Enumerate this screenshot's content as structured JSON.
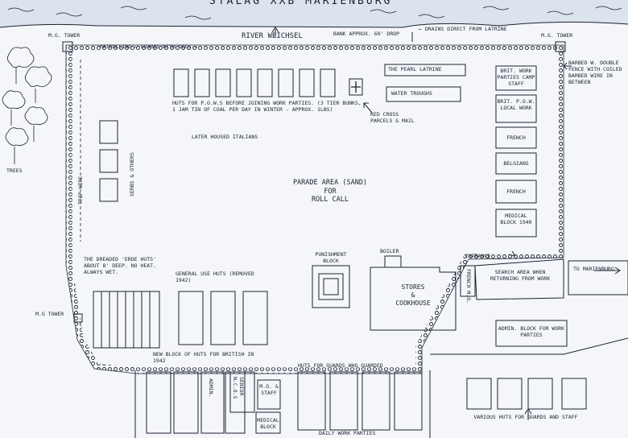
{
  "title": "STALAG XXB MARIENBURG",
  "labels": {
    "river": "River Weichsel",
    "bank": "Bank approx. 60' drop",
    "drains": "← Drains direct from latrine",
    "mg_tower_tl": "M.G. Tower",
    "mg_tower_tr": "M.G. Tower",
    "mg_tower_left": "M.G Tower",
    "patrol": "Patrolling ← guards with dogs →",
    "barbed": "Barbed w. double fence with coiled barbed wire in between",
    "trees": "Trees",
    "pearl_latrine": "The Pearl Latrine",
    "water_troughs": "Water troughs",
    "red_cross": "Red Cross parcels & mail",
    "huts_pows": "Huts for P.O.W.s before joining work parties. (3 tier bunks, 1 jam tin of coal per day in winter - approx. 1lbs)",
    "italians": "Later housed Italians",
    "serbs": "Serbs & others",
    "trip_wire": "Trip wire",
    "parade": "Parade Area (Sand)\nFor\nRoll Call",
    "brit_work_camp": "Brit. work parties camp staff",
    "brit_pow_local": "Brit. P.O.W. local work",
    "french1": "French",
    "belgians": "Belgians",
    "french2": "French",
    "medical": "Medical Block 1940",
    "dreaded": "The dreaded 'erde huts' about 8' deep. No heat. Always wet.",
    "general": "General use huts (removed 1942)",
    "punishment": "Punishment block",
    "boiler": "Boiler",
    "stores": "Stores\n&\nCookhouse",
    "french_mo": "French M.O.",
    "entrance": "Entrance",
    "search": "Search area when returning from work",
    "to_marienburg": "To Marienburg",
    "admin_work": "Admin. block for work parties",
    "new_block": "New block of huts for British in 1942",
    "admin": "Admin.",
    "senior_nco": "Senior N.C.O.s",
    "mo_staff": "M.O. & staff",
    "medical_block": "Medical block",
    "huts_guards_work": "Huts for guards who guarded",
    "daily_work": "Daily work parties",
    "various_huts": "Various huts for guards and staff"
  },
  "colors": {
    "ink": "#1e2230",
    "paper": "#f4f6fa",
    "water": "#c7d3e2"
  }
}
